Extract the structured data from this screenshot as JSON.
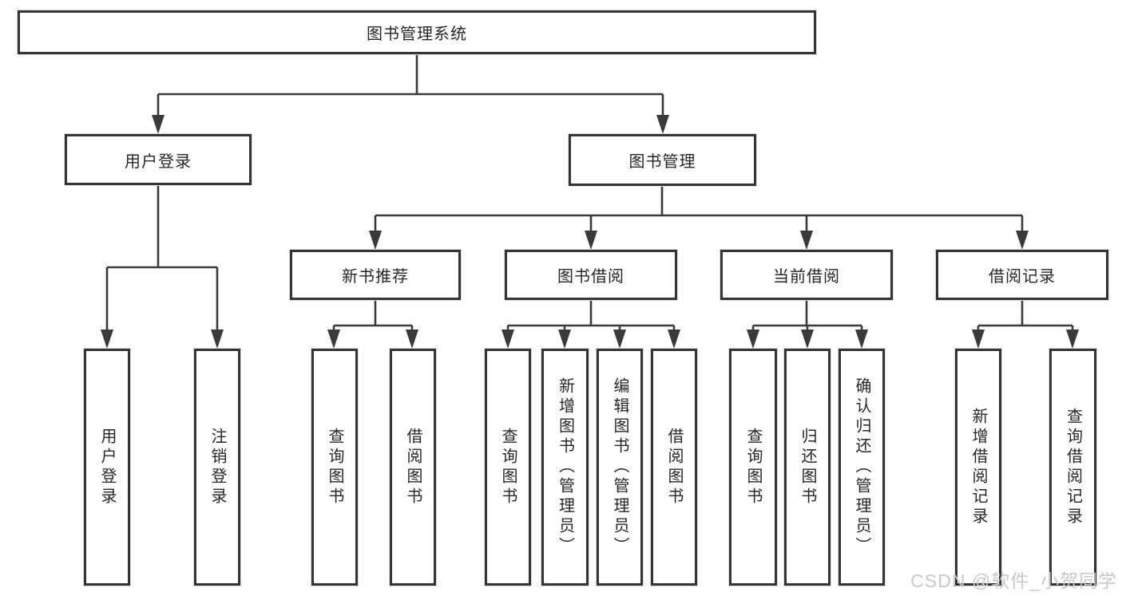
{
  "diagram": {
    "root": {
      "label": "图书管理系统"
    },
    "level2": [
      {
        "label": "用户登录"
      },
      {
        "label": "图书管理"
      }
    ],
    "level3": [
      {
        "label": "新书推荐"
      },
      {
        "label": "图书借阅"
      },
      {
        "label": "当前借阅"
      },
      {
        "label": "借阅记录"
      }
    ],
    "leaves": {
      "user_login": [
        "用户登录",
        "注销登录"
      ],
      "new_book": [
        "查询图书",
        "借阅图书"
      ],
      "borrow": [
        "查询图书",
        "新增图书（管理员）",
        "编辑图书（管理员）",
        "借阅图书"
      ],
      "current": [
        "查询图书",
        "归还图书",
        "确认归还（管理员）"
      ],
      "records": [
        "新增借阅记录",
        "查询借阅记录"
      ]
    }
  },
  "watermark": {
    "text": "CSDN @软件_小贺同学"
  },
  "colors": {
    "line": "#3a3a3a",
    "box_border": "#343434",
    "box_fill": "#ffffff",
    "text": "#262626",
    "watermark": "#c8c8c8",
    "background": "#ffffff"
  }
}
